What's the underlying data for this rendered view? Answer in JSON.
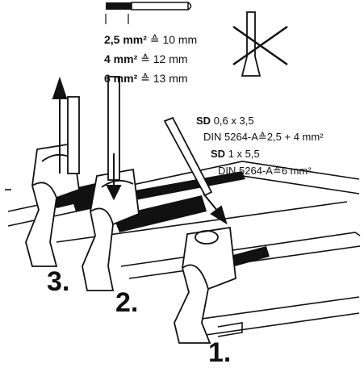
{
  "wire_specs": [
    {
      "size": "2,5 mm²",
      "sym": "≙",
      "strip": "10 mm"
    },
    {
      "size": "4 mm²",
      "sym": "≙",
      "strip": "12 mm"
    },
    {
      "size": "6 mm²",
      "sym": "≙",
      "strip": "13 mm"
    }
  ],
  "screwdrivers": [
    {
      "code": "SD",
      "size": "0,6 x 3,5",
      "std": "DIN 5264-A",
      "sym": "≙",
      "range": "2,5 + 4 mm²"
    },
    {
      "code": "SD",
      "size": "1 x 5,5",
      "std": "DIN 5264-A",
      "sym": "≙",
      "range": "6 mm²"
    }
  ],
  "steps": [
    "3.",
    "2.",
    "1."
  ]
}
